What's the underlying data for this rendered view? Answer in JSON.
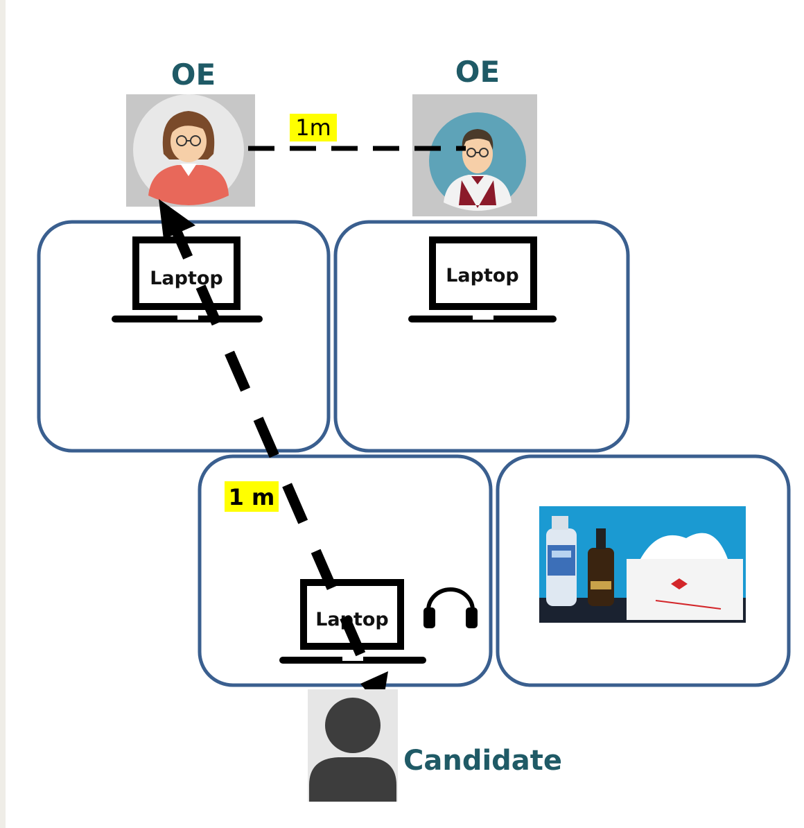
{
  "labels": {
    "oe_left": "OE",
    "oe_right": "OE",
    "candidate": "Candidate",
    "distance_top": "1m",
    "distance_diag": "1 m"
  },
  "laptops": [
    {
      "label": "Laptop"
    },
    {
      "label": "Laptop"
    },
    {
      "label": "Laptop"
    }
  ],
  "colors": {
    "background": "#efede7",
    "panel": "#ffffff",
    "table_border": "#3a5f8f",
    "label_text": "#1f5a66",
    "highlight": "#ffff00",
    "dash_line": "#000000",
    "avatar_box": "#c7c7c7",
    "oe_left_bg": "#e8e8e8",
    "oe_right_bg": "#5ea3b8",
    "female_shirt": "#e8685a",
    "male_vest": "#8b1a2a",
    "candidate_icon": "#3d3d3d"
  },
  "icons": {
    "oe_left": "female-examiner-icon",
    "oe_right": "male-examiner-icon",
    "candidate": "person-silhouette-icon",
    "headphones": "headphones-icon",
    "supplies": "hand-sanitizer-and-tissue-box-photo"
  }
}
